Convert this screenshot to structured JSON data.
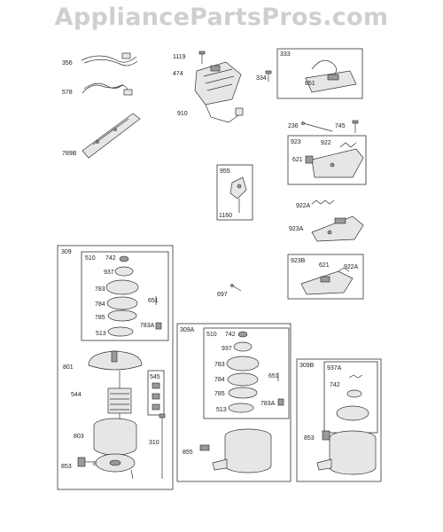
{
  "watermark": "AppliancePartsPros.com",
  "labels": {
    "l356": "356",
    "l578": "578",
    "l789B": "789B",
    "l1119": "1119",
    "l474": "474",
    "l910": "910",
    "l333": "333",
    "l334": "334",
    "l851": "851",
    "l236": "236",
    "l745": "745",
    "l923": "923",
    "l922": "922",
    "l621": "621",
    "l955": "955",
    "l1160": "1160",
    "l922A": "922A",
    "l923A": "923A",
    "l923B": "923B",
    "l621b": "621",
    "l922Ab": "922A",
    "l697": "697",
    "l309": "309",
    "l510": "510",
    "l742": "742",
    "l937": "937",
    "l783": "783",
    "l651": "651",
    "l784": "784",
    "l785": "785",
    "l513": "513",
    "l783A": "783A",
    "l801": "801",
    "l545": "545",
    "l544": "544",
    "l803": "803",
    "l310": "310",
    "l853": "853",
    "l802": "802",
    "l309A": "309A",
    "l510b": "510",
    "l742b": "742",
    "l937b": "937",
    "l783b": "783",
    "l651b": "651",
    "l784b": "784",
    "l785b": "785",
    "l513b": "513",
    "l783Ab": "783A",
    "l855": "855",
    "l309B": "309B",
    "l937A": "937A",
    "l742c": "742",
    "l853b": "853"
  }
}
